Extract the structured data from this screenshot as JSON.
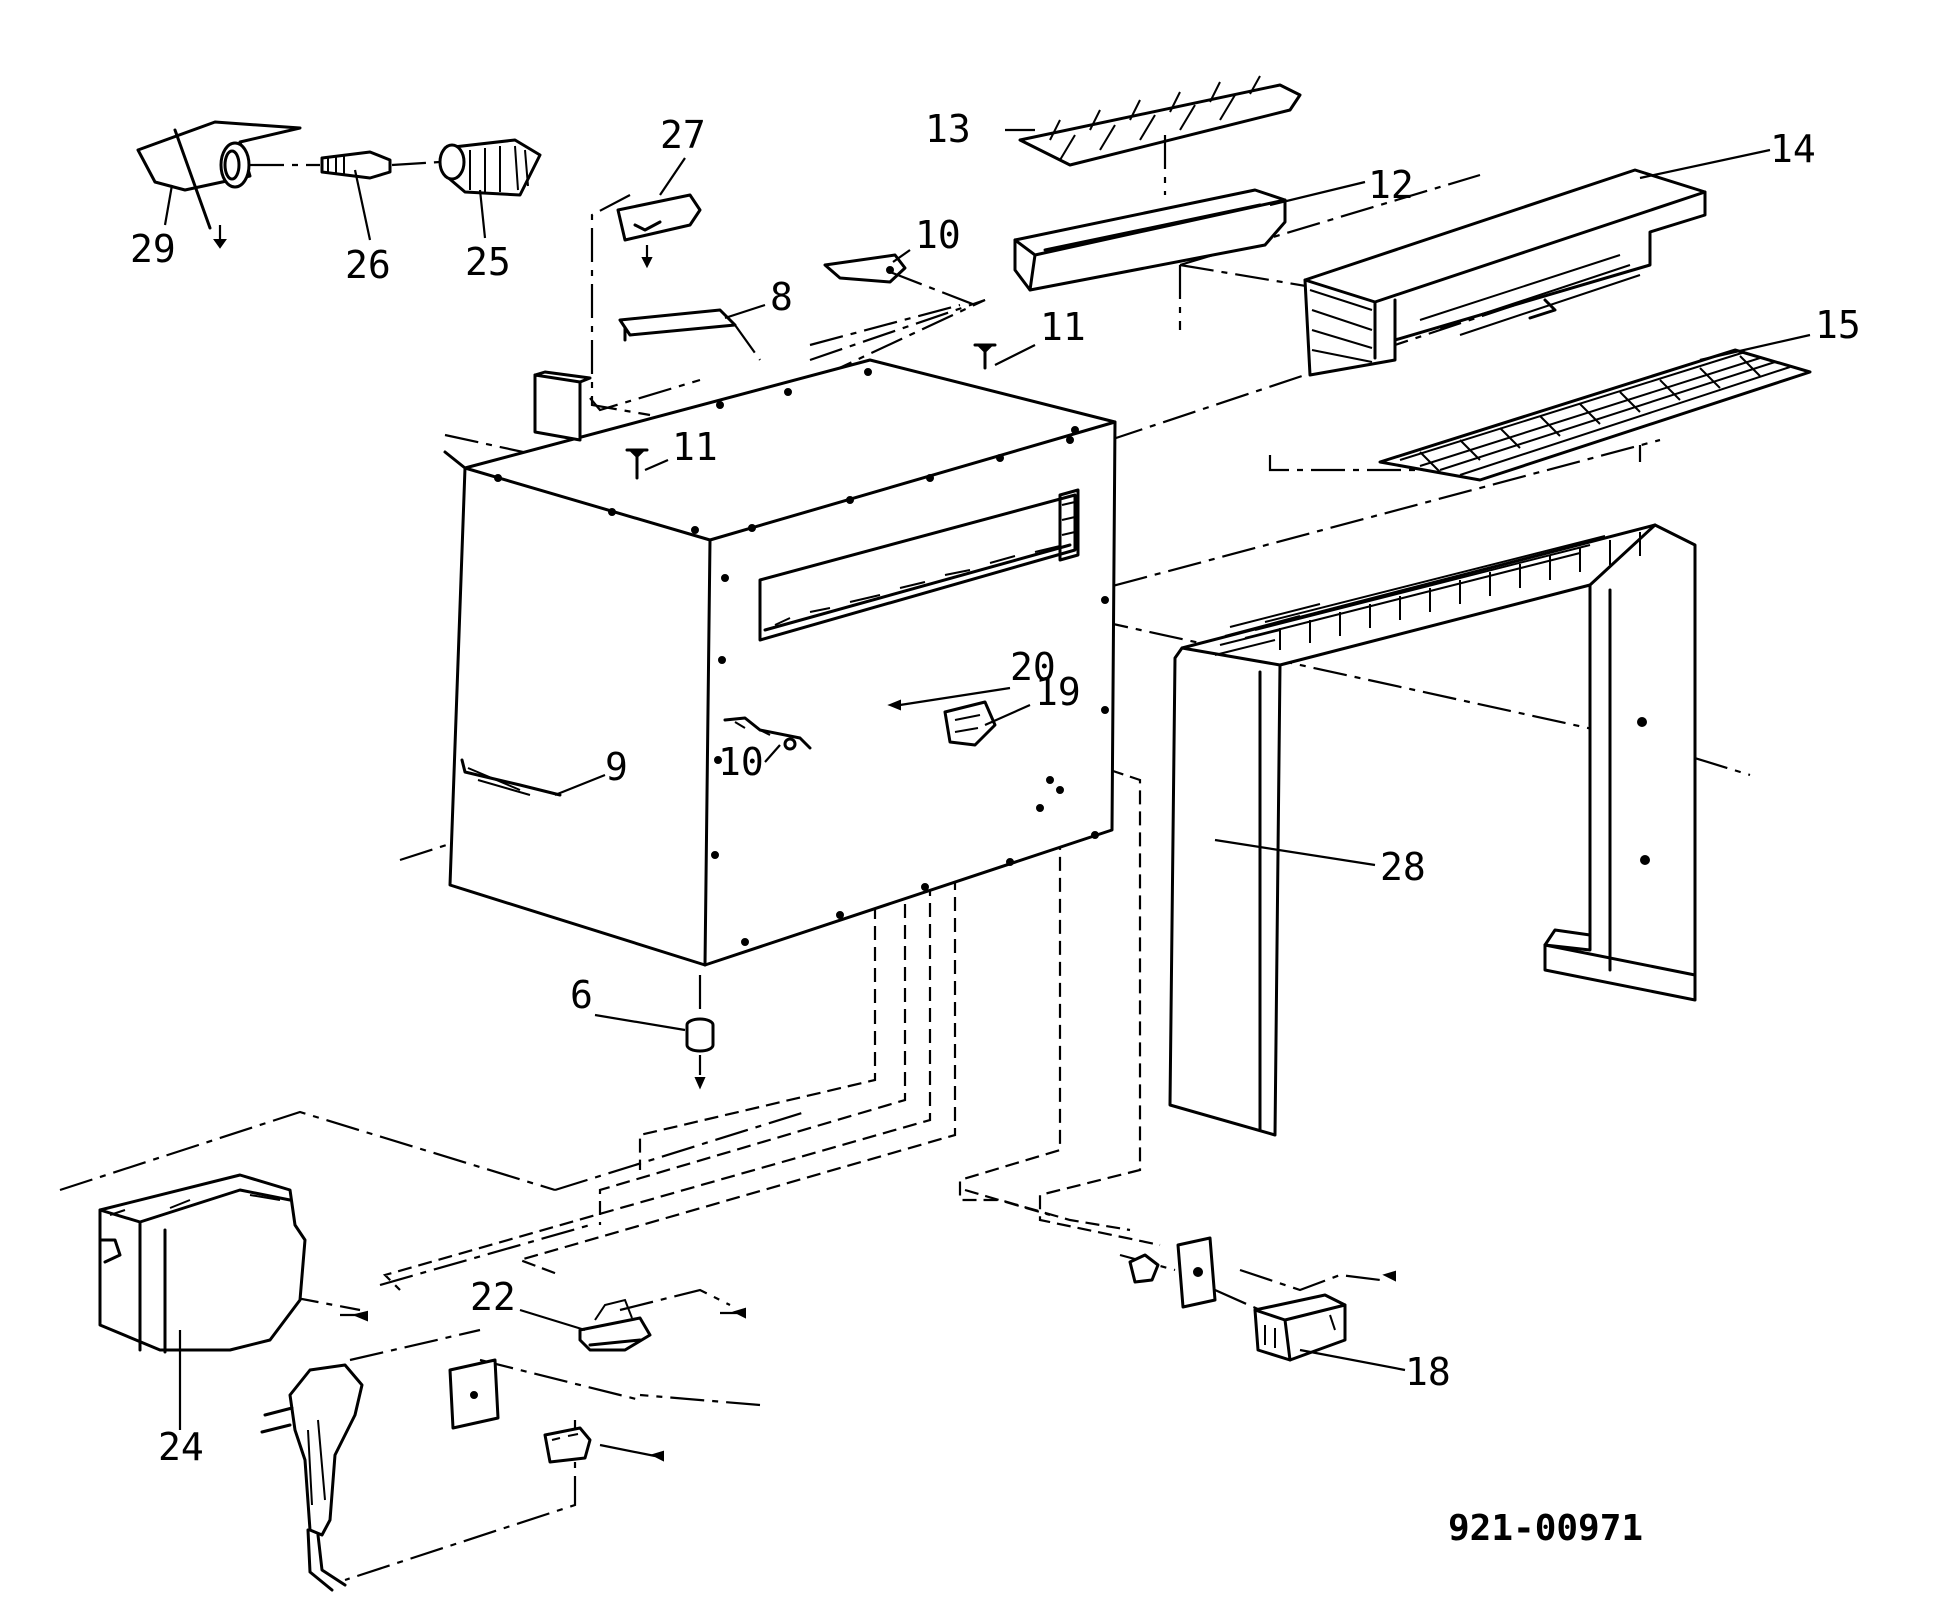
{
  "diagram": {
    "drawing_number": "921-00971",
    "callouts": [
      "6",
      "8",
      "9",
      "10",
      "10",
      "11",
      "11",
      "12",
      "13",
      "14",
      "15",
      "18",
      "19",
      "20",
      "22",
      "24",
      "25",
      "26",
      "27",
      "28",
      "29"
    ]
  }
}
